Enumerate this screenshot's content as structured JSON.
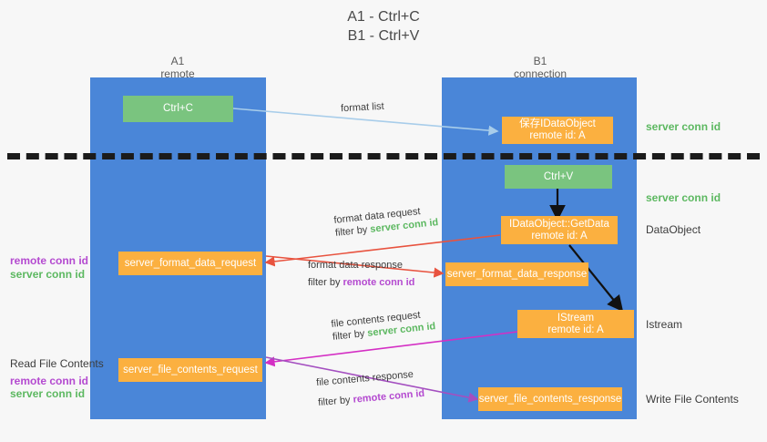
{
  "title": {
    "line1": "A1 - Ctrl+C",
    "line2": "B1 - Ctrl+V"
  },
  "columns": [
    {
      "name": "A1",
      "role": "remote"
    },
    {
      "name": "B1",
      "role": "connection"
    }
  ],
  "nodes": {
    "ctrl_c": {
      "label": "Ctrl+C"
    },
    "save_idataobject": {
      "line1": "保存IDataObject",
      "line2": "remote id: A"
    },
    "ctrl_v": {
      "label": "Ctrl+V"
    },
    "getdata": {
      "line1": "IDataObject::GetData",
      "line2": "remote id: A"
    },
    "server_format_data_request": {
      "label": "server_format_data_request"
    },
    "server_format_data_response": {
      "label": "server_format_data_response"
    },
    "istream": {
      "line1": "IStream",
      "line2": "remote id: A"
    },
    "server_file_contents_request": {
      "label": "server_file_contents_request"
    },
    "server_file_contents_response": {
      "label": "server_file_contents_response"
    }
  },
  "right_labels": {
    "server_conn_id_top": "server conn id",
    "server_conn_id_mid": "server conn id",
    "dataobject": "DataObject",
    "istream": "Istream",
    "write_file_contents": "Write File Contents"
  },
  "left_labels": {
    "remote_conn_id_1": "remote conn id",
    "server_conn_id_1": "server conn id",
    "read_file_contents": "Read File Contents",
    "remote_conn_id_2": "remote conn id",
    "server_conn_id_2": "server conn id"
  },
  "edges": {
    "format_list": "format list",
    "format_data_request": "format data request",
    "format_data_request_filter_prefix": "filter by ",
    "format_data_request_filter_value": "server conn id",
    "format_data_response": "format data response",
    "format_data_response_filter_prefix": "filter by ",
    "format_data_response_filter_value": "remote conn id",
    "file_contents_request": "file contents request",
    "file_contents_request_filter_prefix": "filter by ",
    "file_contents_request_filter_value": "server conn id",
    "file_contents_response": "file contents response",
    "file_contents_response_filter_prefix": "filter by ",
    "file_contents_response_filter_value": "remote conn id"
  },
  "colors": {
    "lane": "#4a86d8",
    "node_orange": "#fbb040",
    "node_green": "#7ac47f",
    "green_text": "#5cb860",
    "purple_text": "#b44ad0",
    "arrow_red": "#e8533f",
    "arrow_magenta": "#d42fc4",
    "arrow_purple": "#a44fc0",
    "arrow_lightblue": "#a8cdea",
    "arrow_black": "#111111",
    "dash_line": "#1b1b1b"
  }
}
